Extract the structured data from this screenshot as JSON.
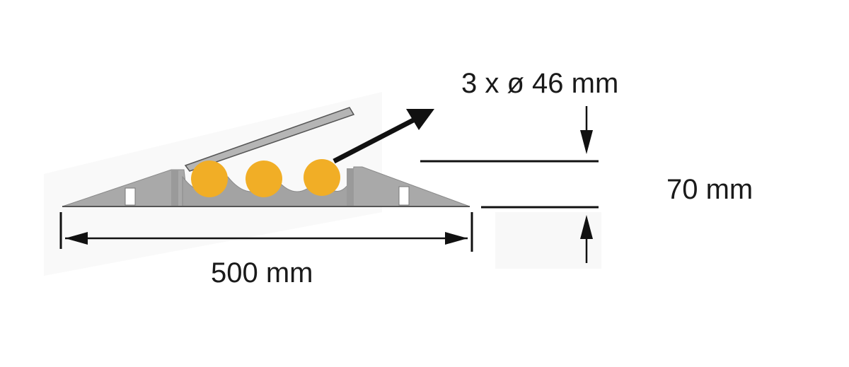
{
  "labels": {
    "width": "500 mm",
    "height": "70 mm",
    "channels": "3 x ø 46 mm"
  },
  "specs": {
    "channel_count": 3,
    "channel_diameter_mm": 46,
    "width_mm": 500,
    "height_mm": 70
  },
  "colors": {
    "body": "#a9a9a9",
    "body_shade": "#969696",
    "lid": "#b5b5b5",
    "cable": "#f1ae26",
    "line": "#111111",
    "text": "#1a1a1a"
  }
}
